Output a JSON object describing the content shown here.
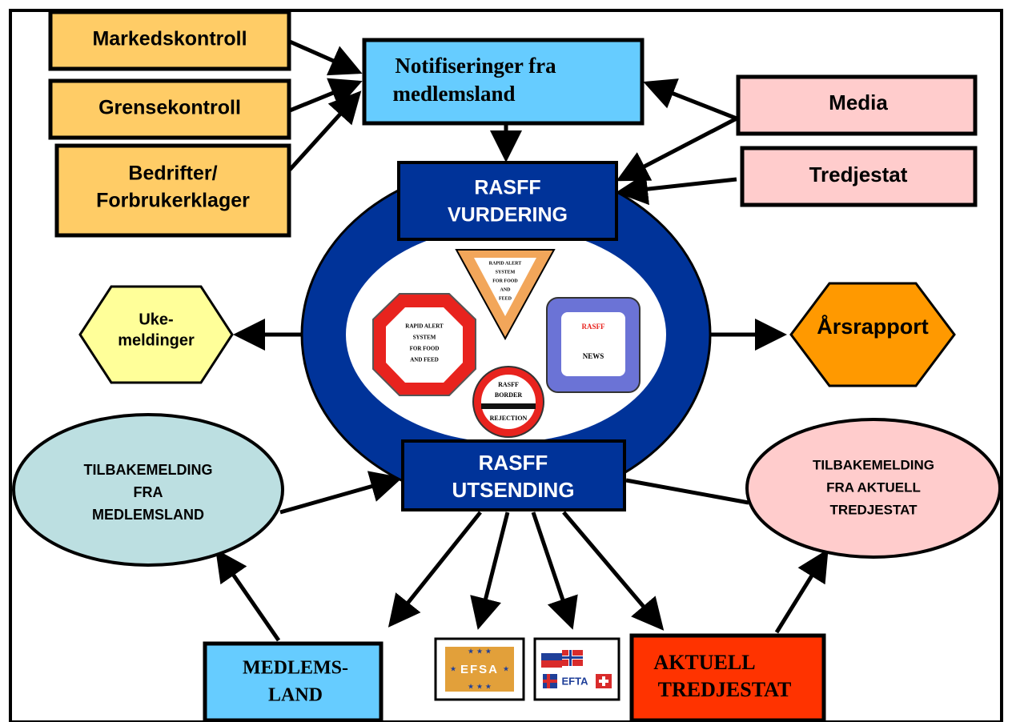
{
  "colors": {
    "orange_box": "#FFCC66",
    "blue_box": "#66CCFF",
    "pink_box": "#FFCCCC",
    "navy": "#003399",
    "light_teal": "#BCDFE1",
    "yellow_hex": "#FFFF99",
    "orange_hex": "#FF9900",
    "red_box": "#FF3300"
  },
  "sources_left": {
    "markedskontroll": "Markedskontroll",
    "grensekontroll": "Grensekontroll",
    "bedrifter_line1": "Bedrifter/",
    "bedrifter_line2": "Forbrukerklager"
  },
  "notifications": {
    "line1": "Notifiseringer fra",
    "line2": "medlemsland"
  },
  "sources_right": {
    "media": "Media",
    "tredjestat": "Tredjestat"
  },
  "vurdering": {
    "line1": "RASFF",
    "line2": "VURDERING"
  },
  "utsending": {
    "line1": "RASFF",
    "line2": "UTSENDING"
  },
  "logos": {
    "triangle": [
      "RAPID ALERT",
      "SYSTEM",
      "FOR FOOD",
      "AND",
      "FEED"
    ],
    "octagon": [
      "RAPID ALERT",
      "SYSTEM",
      "FOR FOOD",
      "AND FEED"
    ],
    "news_top": "RASFF",
    "news_bottom": "NEWS",
    "border_top": [
      "RASFF",
      "BORDER"
    ],
    "border_bottom": "REJECTION"
  },
  "ukemeldinger": {
    "line1": "Uke-",
    "line2": "meldinger"
  },
  "arsrapport": "Årsrapport",
  "feedback_members": [
    "TILBAKEMELDING",
    "FRA",
    "MEDLEMSLAND"
  ],
  "feedback_third": [
    "TILBAKEMELDING",
    "FRA AKTUELL",
    "TREDJESTAT"
  ],
  "recipients": {
    "medlemsland_line1": "MEDLEMS-",
    "medlemsland_line2": "LAND",
    "efsa": "EFSA",
    "efta": "EFTA",
    "aktuell_line1": "AKTUELL",
    "aktuell_line2": "TREDJESTAT"
  }
}
